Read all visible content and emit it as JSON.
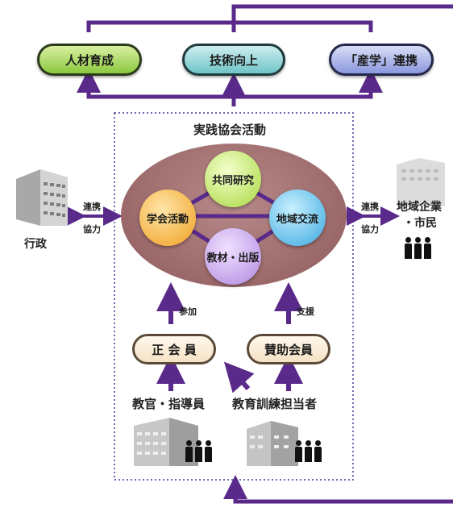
{
  "goals": {
    "jinzai": "人材育成",
    "gijutsu": "技術向上",
    "sangaku": "「産学」連携"
  },
  "activity_title": "実践協会活動",
  "activities": {
    "kyodo": "共同研究",
    "gakkai": "学会活動",
    "chiiki_koryu": "地域交流",
    "kyozai": "教材・出版"
  },
  "left": {
    "relation_top": "連携",
    "relation_bottom": "協力",
    "name": "行政"
  },
  "right": {
    "relation_top": "連携",
    "relation_bottom": "協力",
    "name_line1": "地域企業",
    "name_line2": "・市民"
  },
  "arrows": {
    "sanka": "参加",
    "shien": "支援"
  },
  "members": {
    "regular": "正 会 員",
    "supporting": "賛助会員"
  },
  "sources": {
    "kyokan": "教官・指導員",
    "trainer": "教育訓練担当者"
  },
  "colors": {
    "purple": "#5a2a8a",
    "ellipse": "#a07070",
    "dotted": "#3a3aa0"
  }
}
